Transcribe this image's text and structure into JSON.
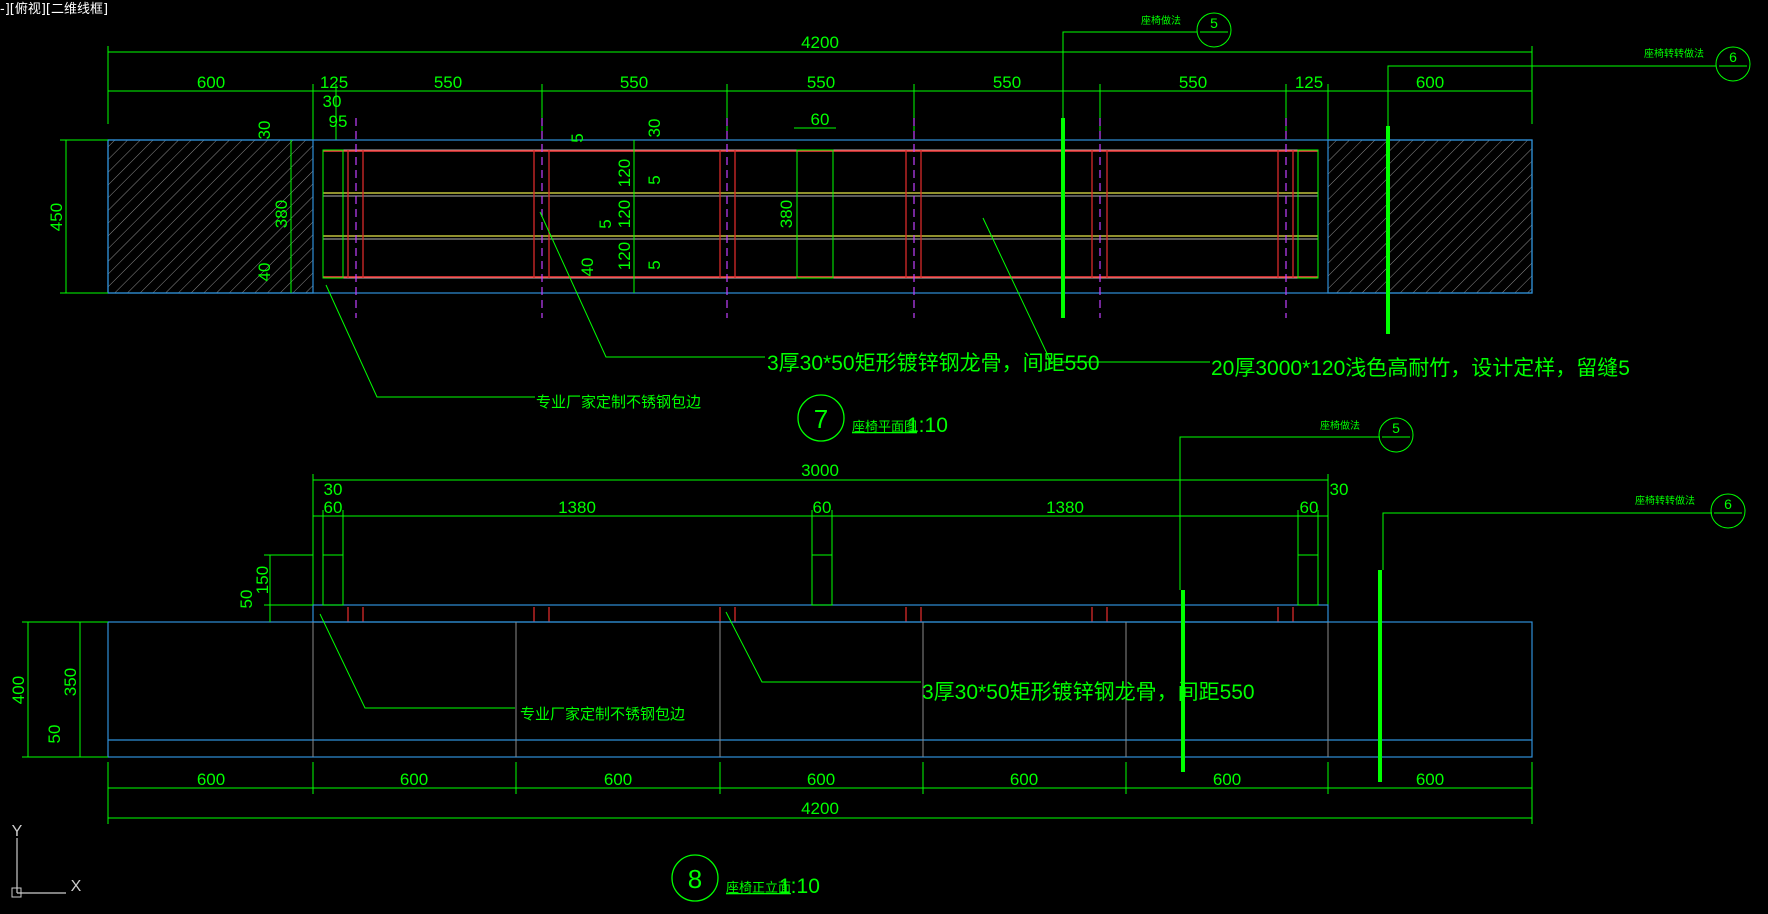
{
  "viewport_label": "-][俯视][二维线框]",
  "plan": {
    "title": "座椅平面图",
    "scale": "1:10",
    "number": "7",
    "total": "4200",
    "segments": [
      "600",
      "125",
      "550",
      "550",
      "550",
      "550",
      "550",
      "125",
      "600"
    ],
    "small_dims": [
      "30",
      "95",
      "60",
      "30",
      "5",
      "120",
      "5",
      "120",
      "5",
      "120",
      "5",
      "40",
      "380",
      "30",
      "380",
      "40",
      "450"
    ],
    "notes": {
      "steel": "3厚30*50矩形镀锌钢龙骨，间距550",
      "wood": "20厚3000*120浅色高耐竹，设计定样，留缝5",
      "edge": "专业厂家定制不锈钢包边"
    },
    "callouts": [
      {
        "text": "座椅做法",
        "num": "5"
      },
      {
        "text": "座椅转转做法",
        "num": "6"
      }
    ]
  },
  "elevation": {
    "title": "座椅正立面",
    "scale": "1:10",
    "number": "8",
    "top_total": "3000",
    "top_segments": [
      "30",
      "60",
      "1380",
      "60",
      "1380",
      "60",
      "30"
    ],
    "left_dims": [
      "150",
      "50",
      "400",
      "350",
      "50"
    ],
    "bottom_segments": [
      "600",
      "600",
      "600",
      "600",
      "600",
      "600",
      "600"
    ],
    "bottom_total": "4200",
    "notes": {
      "steel": "3厚30*50矩形镀锌钢龙骨，间距550",
      "edge": "专业厂家定制不锈钢包边"
    },
    "callouts": [
      {
        "text": "座椅做法",
        "num": "5"
      },
      {
        "text": "座椅转转做法",
        "num": "6"
      }
    ]
  },
  "ucs": {
    "y": "Y",
    "x": "X"
  }
}
